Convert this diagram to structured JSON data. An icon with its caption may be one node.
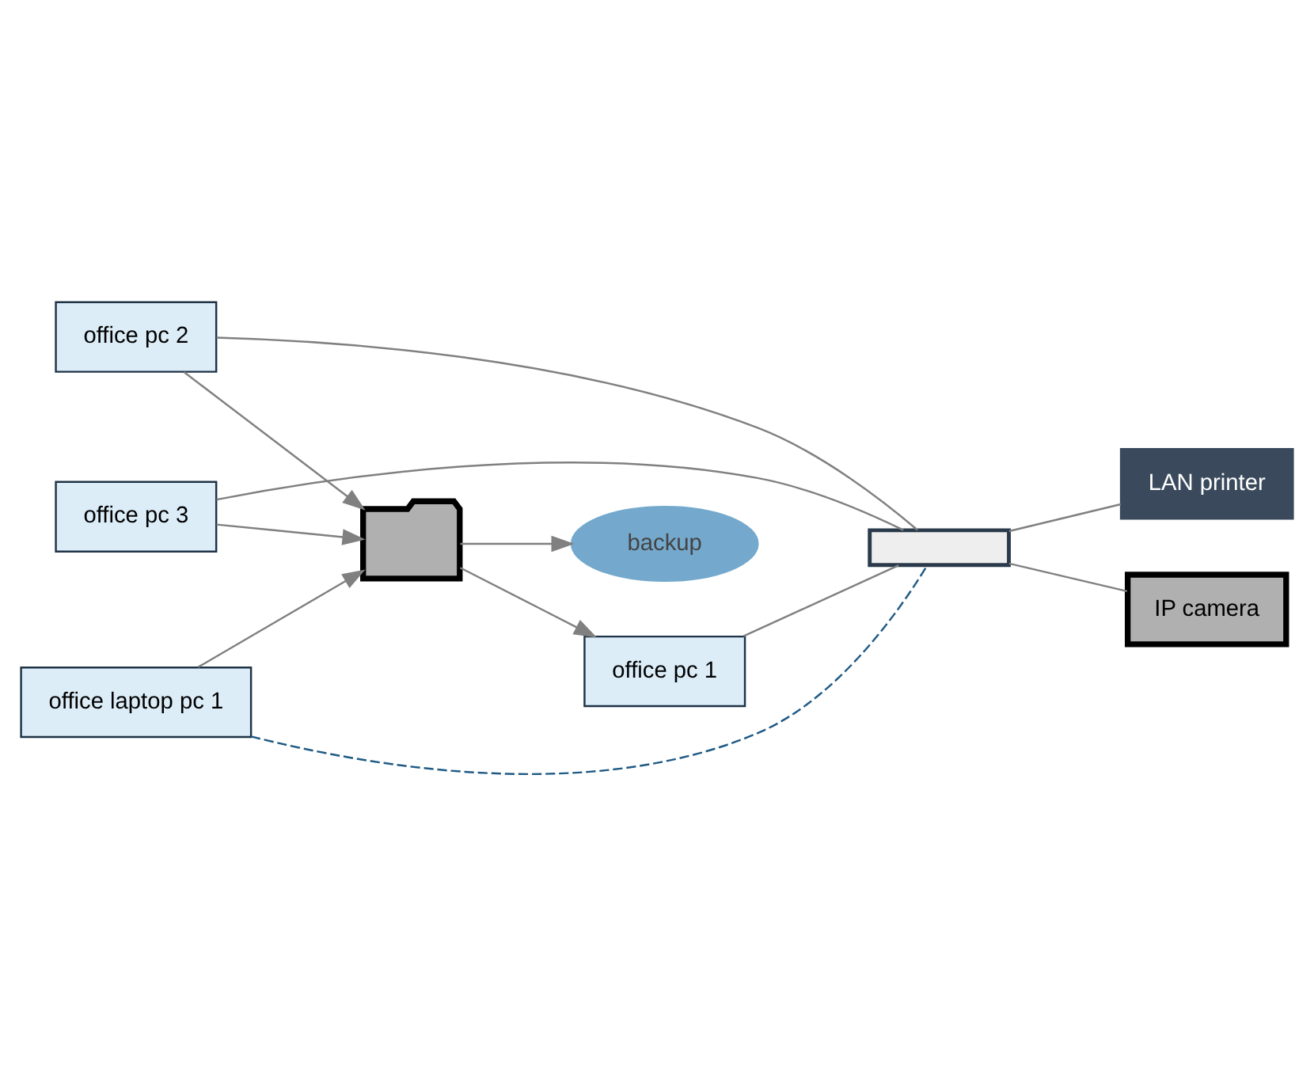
{
  "diagram": {
    "nodes": [
      {
        "text": [],
        "shape": "folder"
      },
      {
        "text": [
          "backup"
        ]
      },
      {
        "text": [
          "office pc 1"
        ]
      },
      {
        "text": [
          "office pc 2"
        ]
      },
      {
        "text": [
          "office pc 3"
        ]
      },
      {
        "text": [
          "office laptop pc 1"
        ]
      },
      {
        "text": [],
        "shape": "box"
      },
      {
        "text": [
          "LAN printer"
        ]
      },
      {
        "text": [
          "IP camera"
        ]
      }
    ],
    "edges": [
      {
        "from": 0,
        "to": 1,
        "arrow": "to"
      },
      {
        "from": 0,
        "to": 2,
        "arrow": "to"
      },
      {
        "from": 3,
        "to": 0,
        "arrow": "to"
      },
      {
        "from": 4,
        "to": 0,
        "arrow": "to"
      },
      {
        "from": 5,
        "to": 0,
        "arrow": "to"
      },
      {
        "from": 2,
        "to": 6,
        "arrow": "none"
      },
      {
        "from": 3,
        "to": 6,
        "arrow": "none"
      },
      {
        "from": 4,
        "to": 6,
        "arrow": "none"
      },
      {
        "from": 5,
        "to": 6,
        "arrow": "none",
        "style": "dashed",
        "color": "#1f5a85"
      },
      {
        "from": 6,
        "to": 7,
        "arrow": "none"
      },
      {
        "from": 6,
        "to": 8,
        "arrow": "none"
      }
    ]
  }
}
